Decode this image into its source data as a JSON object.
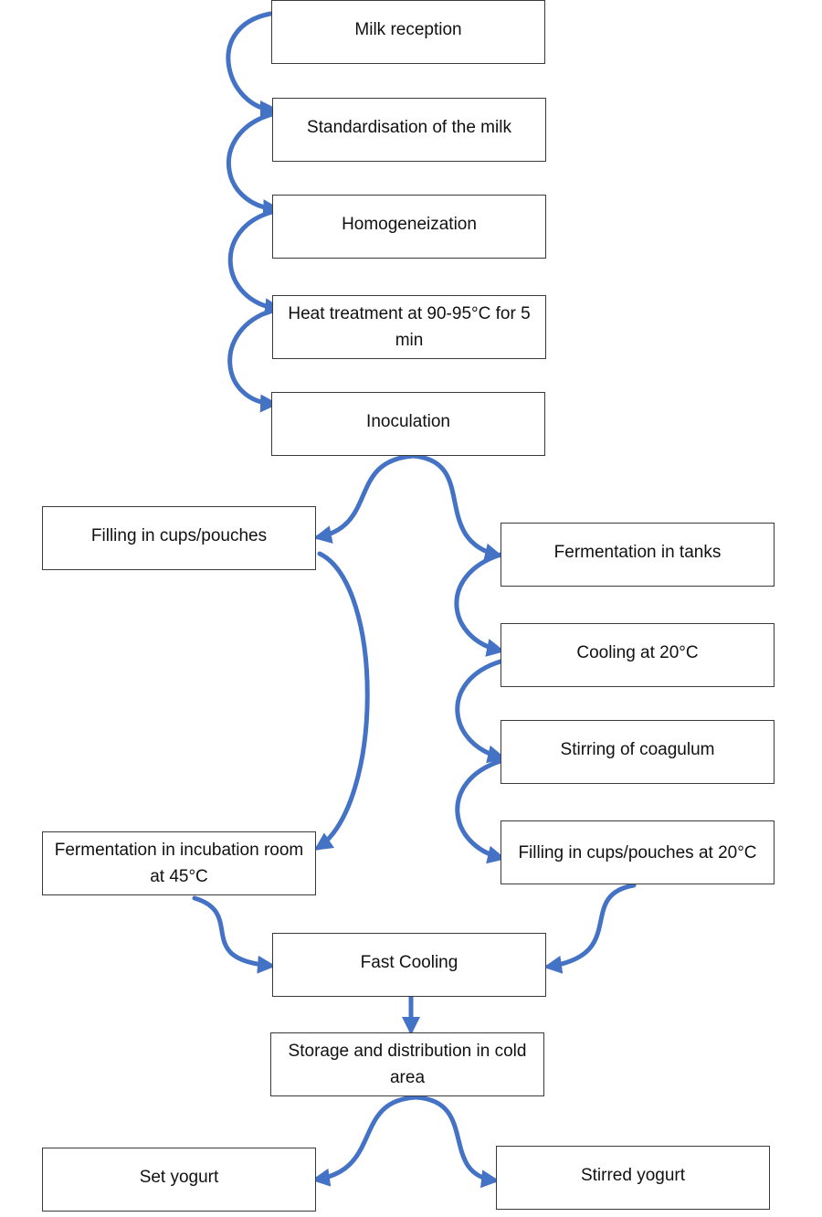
{
  "colors": {
    "arrow": "#4472c4",
    "box_border": "#3a3a3a",
    "text": "#111111",
    "background": "#ffffff"
  },
  "steps": {
    "milk_reception": "Milk reception",
    "standardisation": "Standardisation of the milk",
    "homogenization": "Homogeneization",
    "heat_treatment": "Heat treatment at 90-95°C for 5 min",
    "inoculation": "Inoculation",
    "filling_set": "Filling in cups/pouches",
    "fermentation_tanks": "Fermentation in tanks",
    "cooling_20": "Cooling at 20°C",
    "stirring": "Stirring of coagulum",
    "filling_stirred": "Filling in cups/pouches at 20°C",
    "fermentation_incubation": "Fermentation in incubation room at 45°C",
    "fast_cooling": "Fast Cooling",
    "storage": "Storage and distribution in cold area",
    "set_yogurt": "Set yogurt",
    "stirred_yogurt": "Stirred yogurt"
  }
}
